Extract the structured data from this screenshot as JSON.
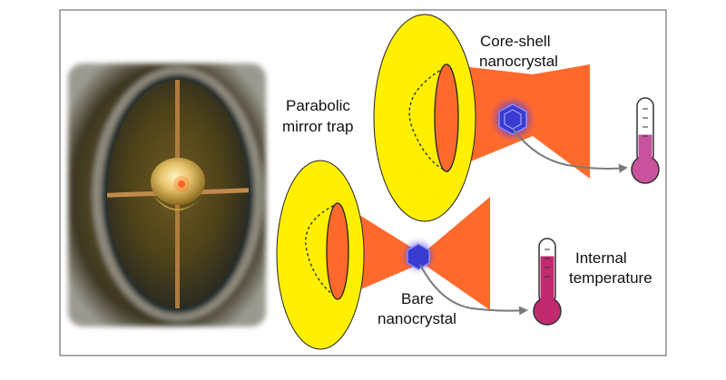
{
  "labels": {
    "core_shell_line1": "Core-shell",
    "core_shell_line2": "nanocrystal",
    "parabolic_line1": "Parabolic",
    "parabolic_line2": "mirror trap",
    "bare_line1": "Bare",
    "bare_line2": "nanocrystal",
    "internal_line1": "Internal",
    "internal_line2": "temperature"
  },
  "icons": [
    "parabolic-mirror-photo",
    "parabolic-mirror-icon",
    "laser-beam-icon",
    "nanocrystal-icon",
    "thermometer-icon",
    "arrow-icon"
  ],
  "colors": {
    "mirror_yellow": "#ffef00",
    "beam_orange": "#ff6a2c",
    "nanocrystal_blue": "#3a3bd0",
    "thermometer_pink": "#c8529c",
    "thermometer_magenta": "#c12a6e",
    "arrow_gray": "#7a7a7a"
  },
  "thermometer_levels": {
    "core_shell": 0.45,
    "bare": 0.75
  }
}
